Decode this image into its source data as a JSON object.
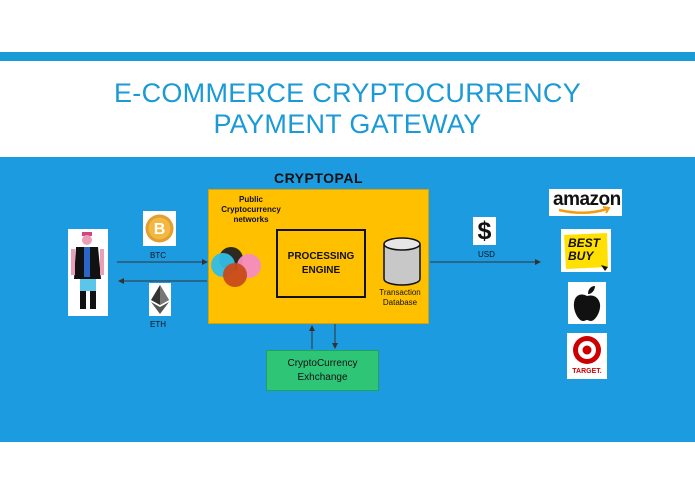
{
  "slide": {
    "title_line1": "E-COMMERCE CRYPTOCURRENCY",
    "title_line2": "PAYMENT GATEWAY"
  },
  "diagram": {
    "system_name": "CRYPTOPAL",
    "public_networks_label": "Public Cryptocurrency networks",
    "engine_line1": "PROCESSING",
    "engine_line2": "ENGINE",
    "database_line1": "Transaction",
    "database_line2": "Database",
    "exchange_line1": "CryptoCurrency",
    "exchange_line2": "Exhchange",
    "btc_label": "BTC",
    "eth_label": "ETH",
    "usd_label": "USD",
    "usd_symbol": "$"
  },
  "merchants": {
    "amazon": "amazon",
    "bestbuy_line1": "BEST",
    "bestbuy_line2": "BUY",
    "target": "TARGET."
  },
  "icons": {
    "customer": "customer-figure-icon",
    "bitcoin": "bitcoin-icon",
    "ethereum": "ethereum-icon",
    "dollar": "dollar-icon",
    "database": "database-cylinder-icon",
    "networks": "overlapping-circles-icon",
    "apple": "apple-logo-icon",
    "target": "target-logo-icon"
  },
  "colors": {
    "accent_blue": "#1a9ad6",
    "panel_blue": "#1d9be0",
    "engine_yellow": "#ffc000",
    "exchange_green": "#2ec576",
    "target_red": "#cc0000",
    "bestbuy_yellow": "#ffe000"
  }
}
